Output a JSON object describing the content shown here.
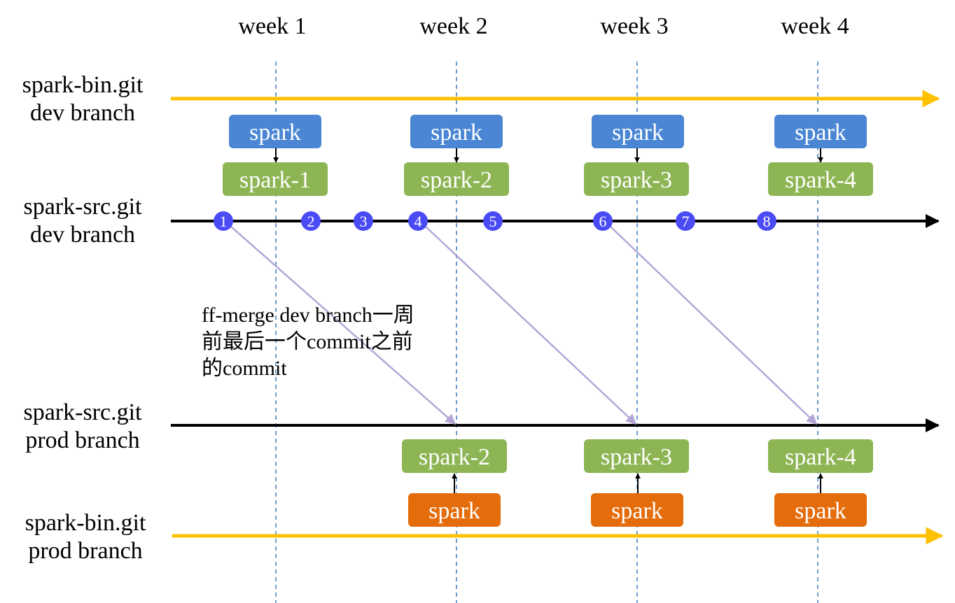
{
  "weeks": [
    "week 1",
    "week 2",
    "week 3",
    "week 4"
  ],
  "lanes": {
    "bin_dev": "spark-bin.git\ndev branch",
    "src_dev": "spark-src.git\ndev branch",
    "src_prod": "spark-src.git\nprod branch",
    "bin_prod": "spark-bin.git\nprod branch"
  },
  "dev_spark_boxes": [
    "spark",
    "spark",
    "spark",
    "spark"
  ],
  "dev_version_boxes": [
    "spark-1",
    "spark-2",
    "spark-3",
    "spark-4"
  ],
  "commits": [
    "1",
    "2",
    "3",
    "4",
    "5",
    "6",
    "7",
    "8"
  ],
  "prod_version_boxes": [
    "spark-2",
    "spark-3",
    "spark-4"
  ],
  "prod_spark_boxes": [
    "spark",
    "spark",
    "spark"
  ],
  "annotation": "ff-merge dev branch一周前最后一个commit之前的commit",
  "colors": {
    "yellow_line": "#FFC000",
    "black_line": "#000000",
    "blue_box": "#4A86D4",
    "green_box": "#8DB554",
    "orange_box": "#E46C0A",
    "commit_circle": "#4B4BF5",
    "merge_arrow": "#B4A7D6",
    "week_divider": "#3D7DBF"
  }
}
